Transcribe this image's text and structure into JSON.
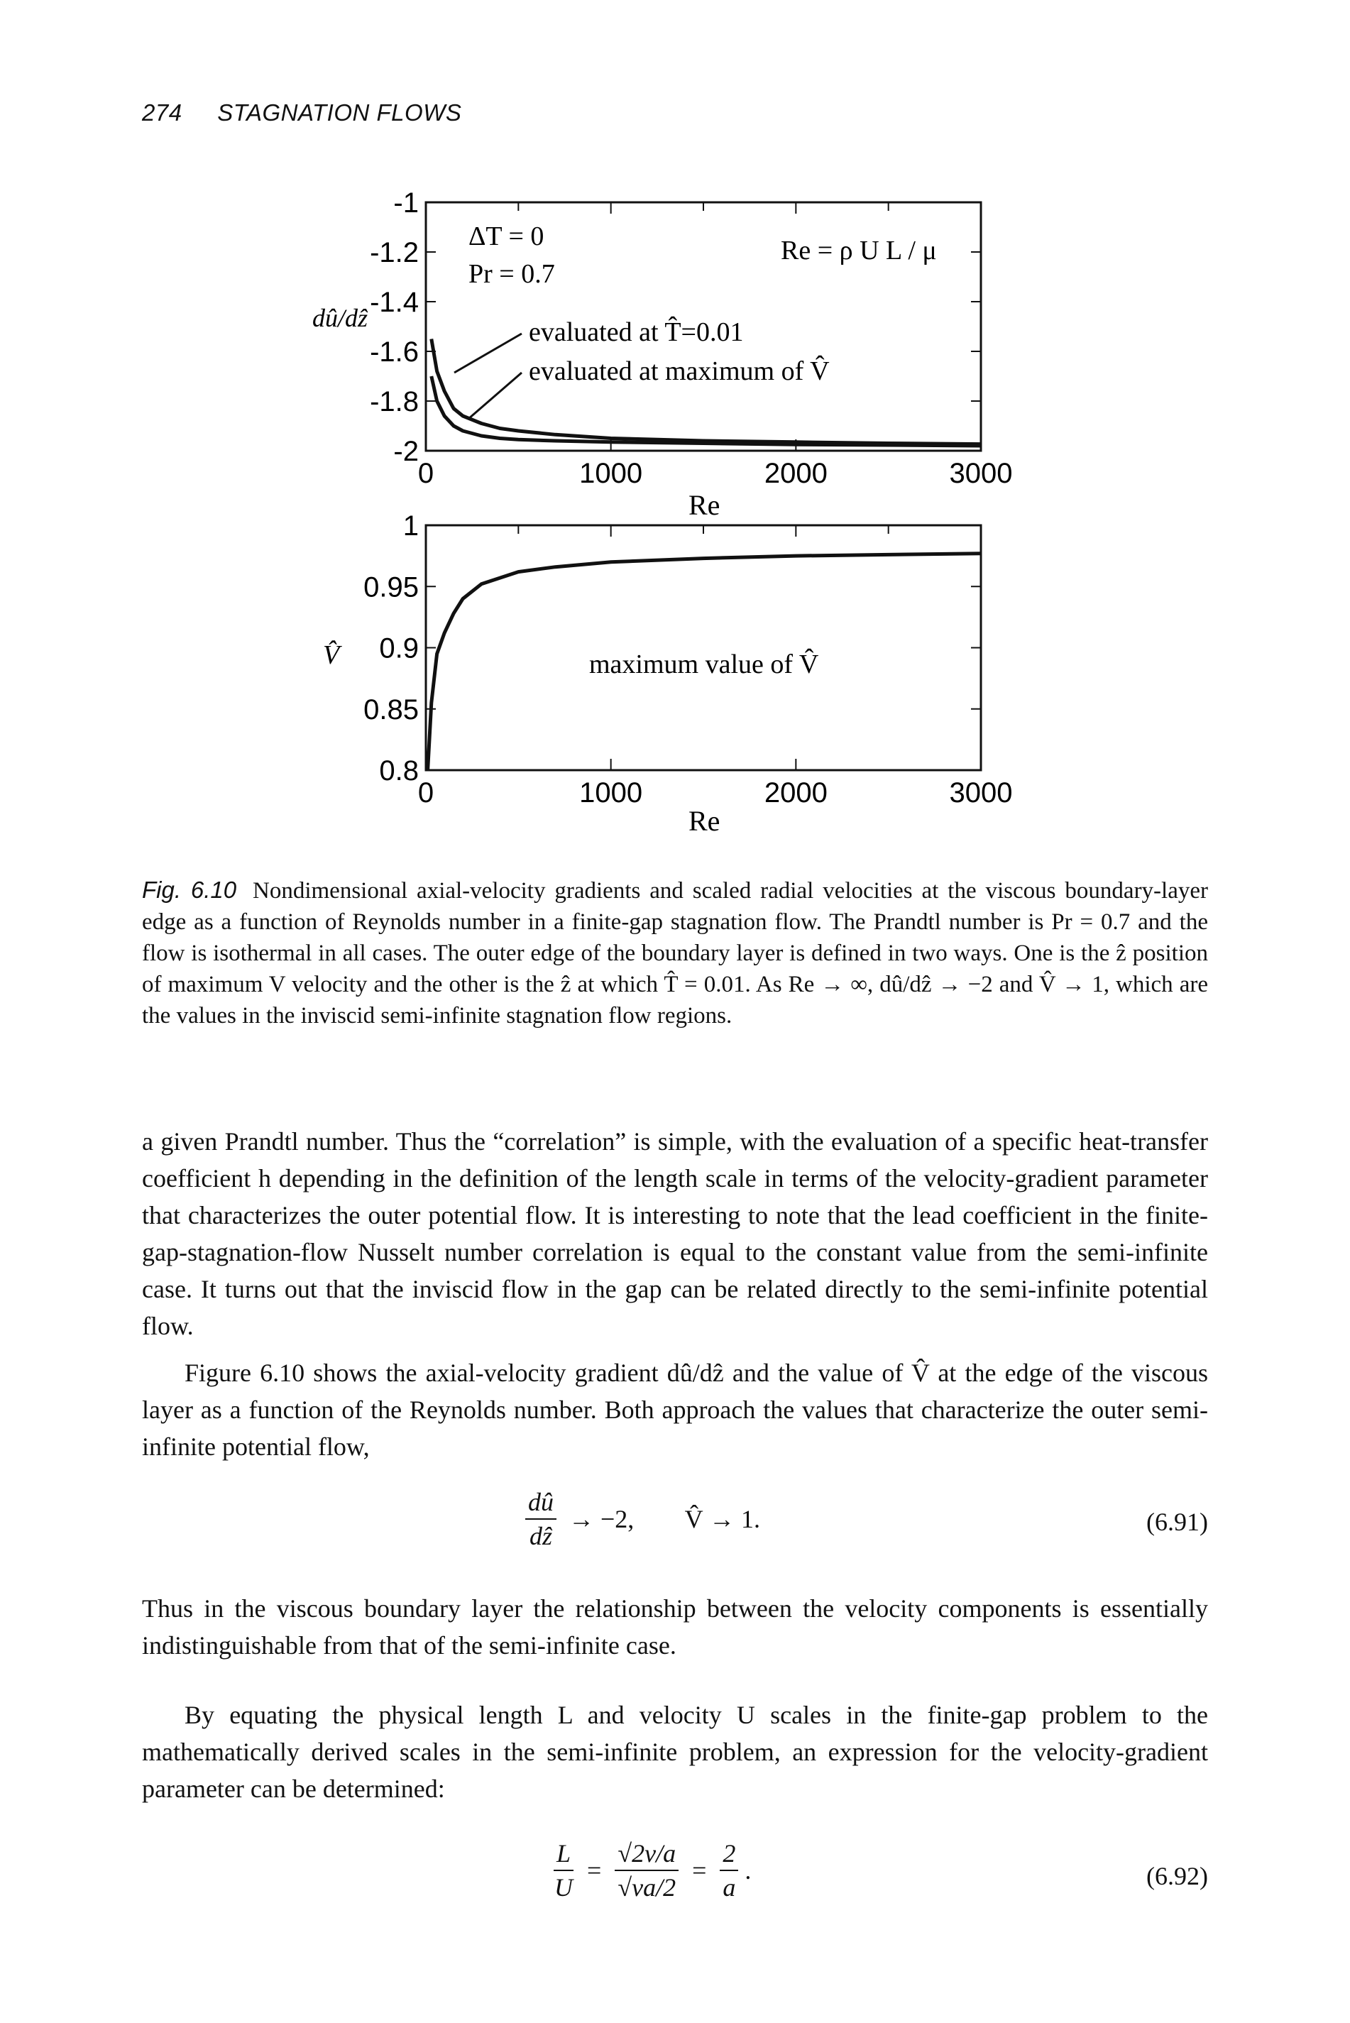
{
  "header": {
    "page_number": "274",
    "running_title": "STAGNATION FLOWS"
  },
  "chart_data": [
    {
      "type": "line",
      "ylabel": "dû/dẑ",
      "xlabel": "Re",
      "xlim": [
        0,
        3000
      ],
      "ylim": [
        -2,
        -1
      ],
      "x_ticks": [
        "0",
        "1000",
        "2000",
        "3000"
      ],
      "y_ticks": [
        "-1",
        "-1.2",
        "-1.4",
        "-1.6",
        "-1.8",
        "-2"
      ],
      "annotations": {
        "dT": "ΔT = 0",
        "pr": "Pr = 0.7",
        "re_formula": "Re = ρ U L / μ",
        "label_a": "evaluated at T̂=0.01",
        "label_b": "evaluated at maximum of V̂"
      },
      "series": [
        {
          "label_ref": "label_a",
          "x": [
            30,
            60,
            100,
            150,
            200,
            300,
            400,
            500,
            700,
            1000,
            1500,
            2000,
            2500,
            3000
          ],
          "y": [
            -1.55,
            -1.68,
            -1.76,
            -1.83,
            -1.86,
            -1.89,
            -1.91,
            -1.92,
            -1.935,
            -1.95,
            -1.96,
            -1.965,
            -1.97,
            -1.973
          ]
        },
        {
          "label_ref": "label_b",
          "x": [
            30,
            60,
            100,
            150,
            200,
            300,
            400,
            500,
            700,
            1000,
            1500,
            2000,
            2500,
            3000
          ],
          "y": [
            -1.7,
            -1.8,
            -1.86,
            -1.9,
            -1.92,
            -1.94,
            -1.95,
            -1.955,
            -1.96,
            -1.965,
            -1.97,
            -1.975,
            -1.977,
            -1.98
          ]
        }
      ]
    },
    {
      "type": "line",
      "ylabel": "V̂",
      "xlabel": "Re",
      "xlim": [
        0,
        3000
      ],
      "ylim": [
        0.8,
        1
      ],
      "x_ticks": [
        "0",
        "1000",
        "2000",
        "3000"
      ],
      "y_ticks": [
        "1",
        "0.95",
        "0.9",
        "0.85",
        "0.8"
      ],
      "annotations": {
        "label": "maximum value of V̂"
      },
      "series": [
        {
          "x": [
            10,
            30,
            60,
            100,
            150,
            200,
            300,
            500,
            700,
            1000,
            1500,
            2000,
            2500,
            3000
          ],
          "y": [
            0.8,
            0.855,
            0.895,
            0.912,
            0.928,
            0.94,
            0.952,
            0.962,
            0.966,
            0.97,
            0.973,
            0.975,
            0.976,
            0.977
          ]
        }
      ]
    }
  ],
  "caption": {
    "label": "Fig. 6.10",
    "text": "Nondimensional axial-velocity gradients and scaled radial velocities at the viscous boundary-layer edge as a function of Reynolds number in a finite-gap stagnation flow. The Prandtl number is Pr = 0.7 and the flow is isothermal in all cases. The outer edge of the boundary layer is defined in two ways. One is the ẑ position of maximum V velocity and the other is the ẑ at which T̂ = 0.01. As Re → ∞, dû/dẑ → −2 and V̂ → 1, which are the values in the inviscid semi-infinite stagnation flow regions."
  },
  "paragraphs": {
    "p1": "a given Prandtl number. Thus the “correlation” is simple, with the evaluation of a specific heat-transfer coefficient h depending in the definition of the length scale in terms of the velocity-gradient parameter that characterizes the outer potential flow. It is interesting to note that the lead coefficient in the finite-gap-stagnation-flow Nusselt number correlation is equal to the constant value from the semi-infinite case. It turns out that the inviscid flow in the gap can be related directly to the semi-infinite potential flow.",
    "p2": "Figure 6.10 shows the axial-velocity gradient dû/dẑ and the value of V̂ at the edge of the viscous layer as a function of the Reynolds number. Both approach the values that characterize the outer semi-infinite potential flow,",
    "p3": "Thus in the viscous boundary layer the relationship between the velocity components is essentially indistinguishable from that of the semi-infinite case.",
    "p4": "By equating the physical length L and velocity U scales in the finite-gap problem to the mathematically derived scales in the semi-infinite problem, an expression for the velocity-gradient parameter can be determined:"
  },
  "equations": {
    "eq691": {
      "num": "dû",
      "den": "dẑ",
      "rest": "→ −2,        V̂ → 1.",
      "number": "(6.91)"
    },
    "eq692": {
      "lhs_num": "L",
      "lhs_den": "U",
      "mid_num": "√2ν/a",
      "mid_den": "√νa/2",
      "rhs_num": "2",
      "rhs_den": "a",
      "number": "(6.92)"
    }
  }
}
